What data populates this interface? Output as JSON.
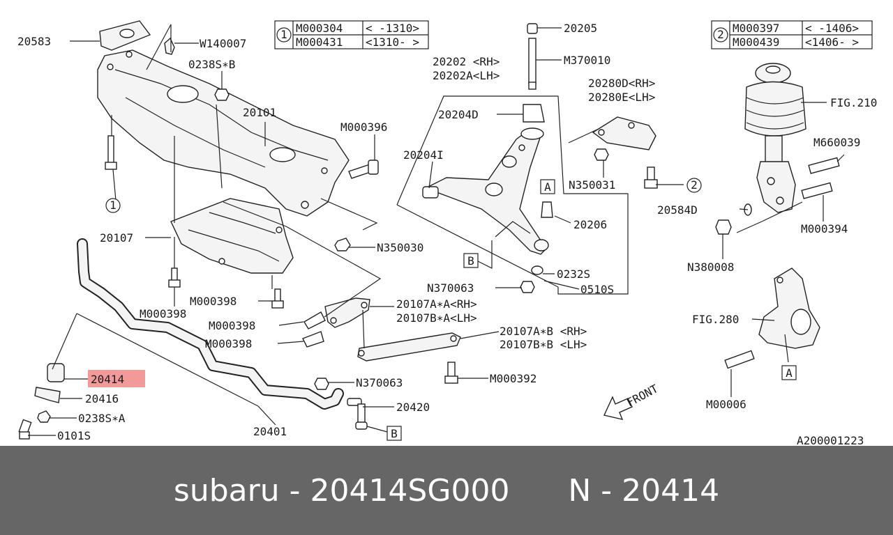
{
  "diagram": {
    "reference": "A200001223",
    "front": "FRONT",
    "table1": {
      "no": "1",
      "rows": [
        [
          "M000304",
          "< -1310>"
        ],
        [
          "M000431",
          "<1310- >"
        ]
      ]
    },
    "table2": {
      "no": "2",
      "rows": [
        [
          "M000397",
          "< -1406>"
        ],
        [
          "M000439",
          "<1406- >"
        ]
      ]
    },
    "callouts": {
      "c1": "1",
      "c2": "2",
      "a1": "A",
      "a2": "A",
      "b1": "B",
      "b2": "B"
    },
    "labels": {
      "l20583": "20583",
      "lW140007": "W140007",
      "l0238SB": "0238S∗B",
      "l20101": "20101",
      "lM000396": "M000396",
      "l20205": "20205",
      "lM370010": "M370010",
      "l20202": "20202 <RH>",
      "l20202A": "20202A<LH>",
      "l20204D": "20204D",
      "l20204I": "20204I",
      "l20280D": "20280D<RH>",
      "l20280E": "20280E<LH>",
      "lN350031": "N350031",
      "lFIG210": "FIG.210",
      "lM660039": "M660039",
      "l20584D": "20584D",
      "lM000394": "M000394",
      "lN380008": "N380008",
      "l20206": "20206",
      "l20107": "20107",
      "lN350030": "N350030",
      "l0232S": "0232S",
      "lN370063a": "N370063",
      "l0510S": "0510S",
      "lM000398a": "M000398",
      "lM000398b": "M000398",
      "lM000398c": "M000398",
      "lM000398d": "M000398",
      "l20107AA": "20107A∗A<RH>",
      "l20107BA": "20107B∗A<LH>",
      "l20107AB": "20107A∗B <RH>",
      "l20107BB": "20107B∗B <LH>",
      "lFIG280": "FIG.280",
      "l20414": "20414",
      "l20416": "20416",
      "l0238SA": "0238S∗A",
      "l0101S": "0101S",
      "lN370063b": "N370063",
      "lM000392": "M000392",
      "l20420": "20420",
      "l20401": "20401",
      "lM00006": "M00006"
    }
  },
  "banner": {
    "brand": "subaru",
    "part_number": "20414SG000",
    "catalog_ref": "N - 20414"
  },
  "colors": {
    "highlight": "#f29a9a",
    "banner_bg": "#666666"
  }
}
